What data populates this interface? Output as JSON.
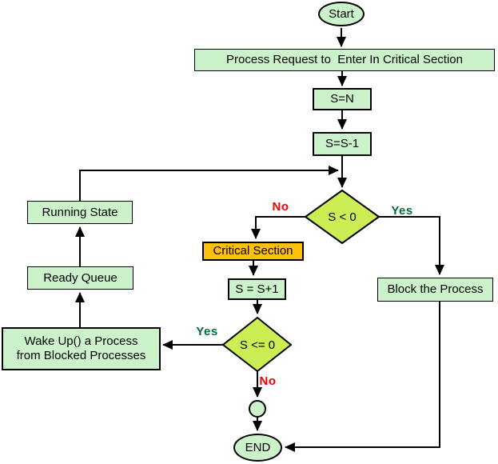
{
  "colors": {
    "node_fill": "#CCF2CC",
    "decision_fill": "#CBEE55",
    "critical_fill": "#FDC00D",
    "line_color": "#000000",
    "yes_color": "#006B3B",
    "no_color": "#EE0000"
  },
  "nodes": {
    "start": {
      "label": "Start"
    },
    "request": {
      "label": "Process Request to  Enter In Critical Section"
    },
    "s_init": {
      "label": "S=N"
    },
    "s_decrement": {
      "label": "S=S-1"
    },
    "decision_s_lt_0": {
      "label": "S < 0"
    },
    "critical_section": {
      "label": "Critical Section"
    },
    "s_increment": {
      "label": "S = S+1"
    },
    "decision_s_le_0": {
      "label": "S <= 0"
    },
    "wake_up": {
      "line1": "Wake Up() a Process",
      "line2": "from Blocked Processes"
    },
    "ready_queue": {
      "label": "Ready Queue"
    },
    "running_state": {
      "label": "Running State"
    },
    "block_process": {
      "label": "Block the Process"
    },
    "connector": {
      "label": ""
    },
    "end": {
      "label": "END"
    }
  },
  "edge_labels": {
    "no_left_of_s_lt_0": "No",
    "yes_right_of_s_lt_0": "Yes",
    "yes_left_of_s_le_0": "Yes",
    "no_below_s_le_0": "No"
  }
}
